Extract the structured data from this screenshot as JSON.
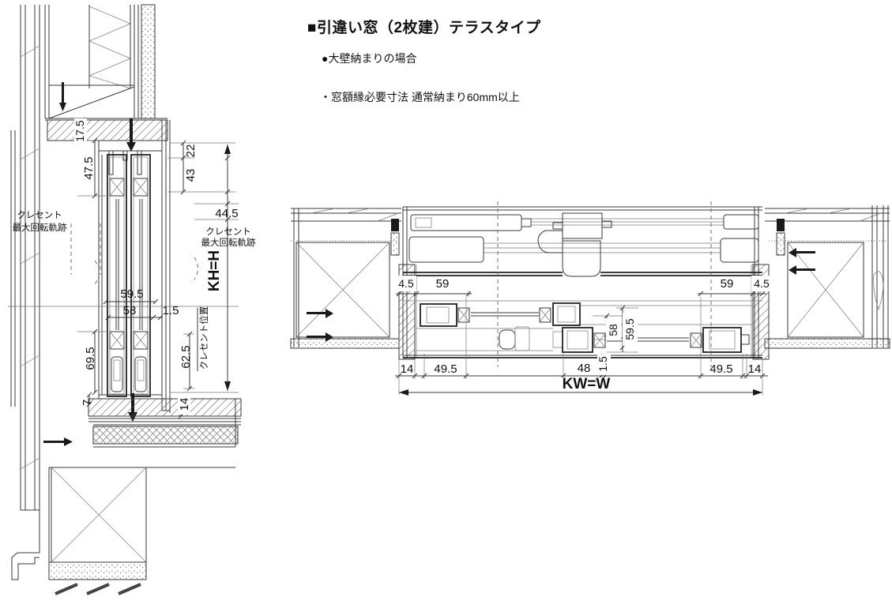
{
  "header": {
    "title": "■引違い窓（2枚建）テラスタイプ",
    "subtitle": "●大壁納まりの場合",
    "note": "・窓額縁必要寸法 通常納まり60mm以上"
  },
  "vertical_section": {
    "dim_17_5": "17.5",
    "dim_47_5": "47.5",
    "dim_22": "22",
    "dim_43": "43",
    "dim_44_5": "44.5",
    "crescent_line1": "クレセント",
    "crescent_line2": "最大回転軌跡",
    "dim_kh": "KH=H",
    "dim_59_5": "59.5",
    "dim_58": "58",
    "dim_1_5": "1.5",
    "crescent_pos": "クレセント位置",
    "dim_62_5": "62.5",
    "dim_69_5": "69.5",
    "dim_7": "7",
    "dim_14": "14"
  },
  "plan_section": {
    "dim_4_5_left": "4.5",
    "dim_59_left": "59",
    "dim_59_right": "59",
    "dim_4_5_right": "4.5",
    "dim_58": "58",
    "dim_59_5": "59.5",
    "dim_14_left": "14",
    "dim_49_5_left": "49.5",
    "dim_48": "48",
    "dim_1_5": "1.5",
    "dim_49_5_right": "49.5",
    "dim_14_right": "14",
    "dim_kw": "KW=W"
  }
}
